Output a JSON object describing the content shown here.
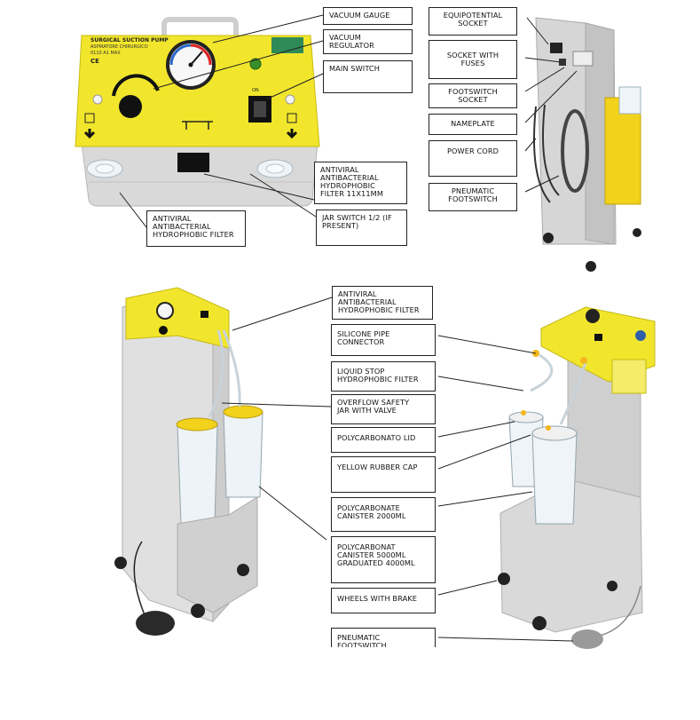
{
  "top_left": {
    "panel_title": "SURGICAL SUCTION PUMP",
    "panel_subtitle": "ASPIRATORE CHIRURGICO",
    "panel_model": "0110 A1 MAX",
    "mark": "CE",
    "switch_on": "ON",
    "labels": {
      "vacuum_gauge": "VACUUM GAUGE",
      "vacuum_regulator": "VACUUM\nREGULATOR",
      "main_switch": "MAIN SWITCH",
      "filter_11x11": "ANTIVIRAL\nANTIBACTERIAL\nHYDROPHOBIC\nFILTER 11X11mm",
      "filter_left": "ANTIVIRAL\nANTIBACTERIAL\nHYDROPHOBIC FILTER",
      "jar_switch": "JAR SWITCH 1/2 (IF\nPRESENT)"
    }
  },
  "top_right": {
    "labels": {
      "equipotential": "EQUIPOTENTIAL\nSOCKET",
      "fuses": "SOCKET WITH\nFUSES",
      "footswitch_socket": "FOOTSWITCH\nSOCKET",
      "nameplate": "NAMEPLATE",
      "power_cord": "POWER CORD",
      "pneumatic_footswitch": "PNEUMATIC\nFOOTSWITCH"
    }
  },
  "bottom": {
    "labels": {
      "filter": "ANTIVIRAL\nANTIBACTERIAL\nHYDROPHOBIC FILTER",
      "silicone": "SILICONE PIPE\nCONNECTOR",
      "liquid_stop": "LIQUID STOP\nHYDROPHOBIC FILTER",
      "overflow": "OVERFLOW SAFETY\nJAR WITH VALVE",
      "lid": "POLYCARBONATO LID",
      "cap": "YELLOW RUBBER CAP",
      "canister_2000": "POLYCARBONATE\nCANISTER 2000ml",
      "canister_5000": "POLYCARBONAT\nCANISTER 5000ml\nGRADUATED 4000ml",
      "wheels": "WHEELS WITH BRAKE",
      "pneumatic": "PNEUMATIC\nFOOTSWITCH"
    }
  }
}
